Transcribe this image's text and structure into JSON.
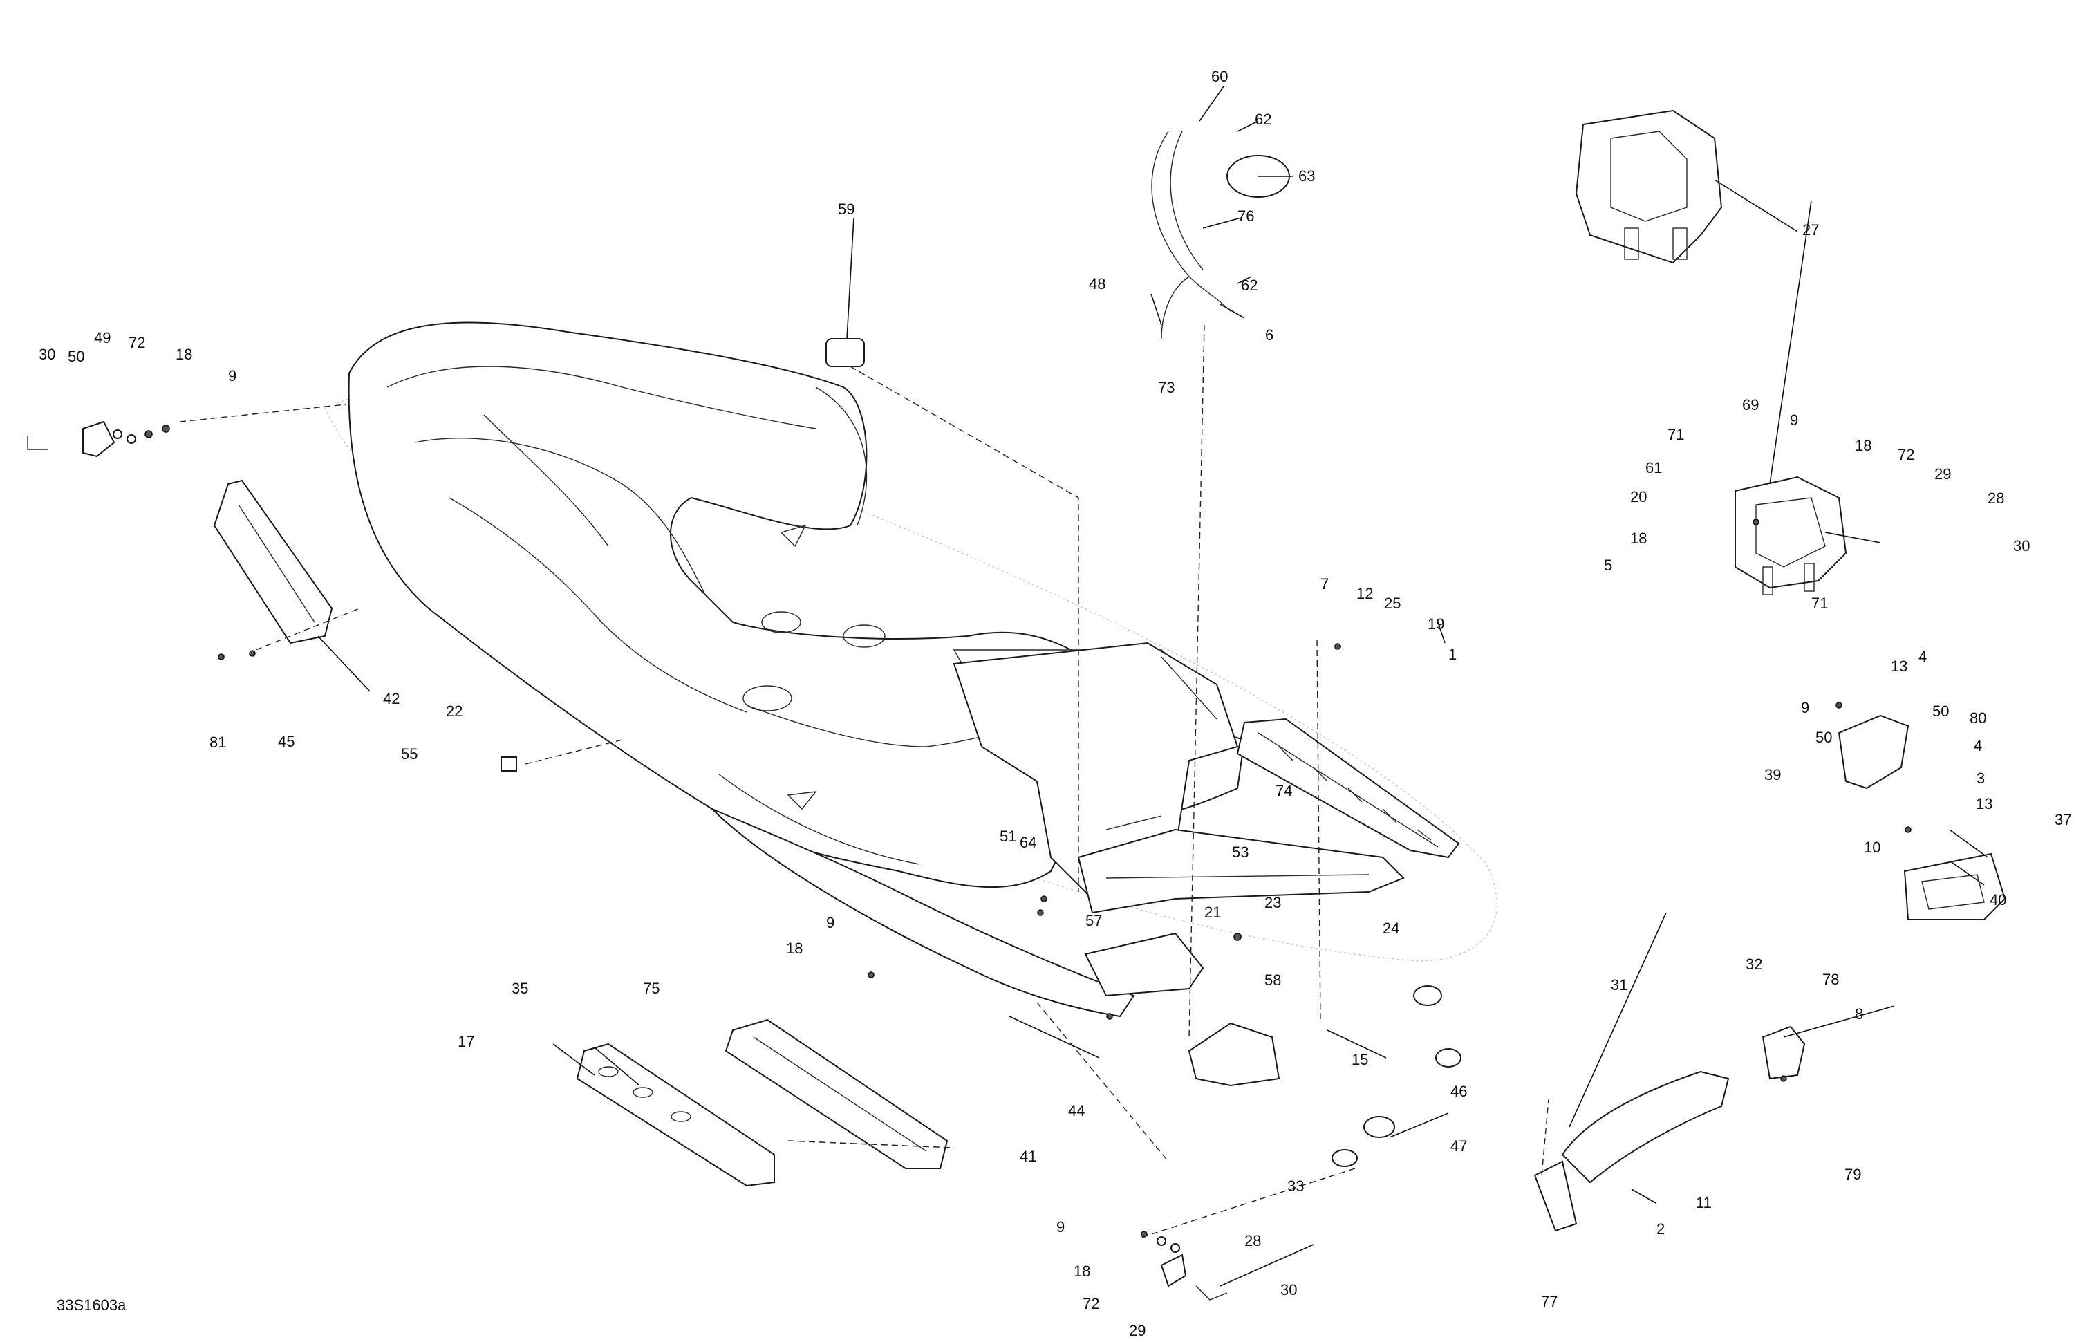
{
  "diagram_code": "33S1603a",
  "callouts": [
    "60",
    "62",
    "63",
    "76",
    "62",
    "6",
    "48",
    "73",
    "59",
    "27",
    "30",
    "50",
    "49",
    "72",
    "18",
    "9",
    "69",
    "9",
    "71",
    "61",
    "20",
    "18",
    "72",
    "29",
    "28",
    "30",
    "18",
    "5",
    "71",
    "7",
    "12",
    "25",
    "19",
    "1",
    "13",
    "4",
    "9",
    "50",
    "50",
    "80",
    "4",
    "39",
    "3",
    "13",
    "10",
    "37",
    "40",
    "42",
    "81",
    "45",
    "22",
    "55",
    "64",
    "51",
    "74",
    "53",
    "57",
    "21",
    "23",
    "24",
    "58",
    "15",
    "9",
    "18",
    "75",
    "35",
    "17",
    "44",
    "41",
    "46",
    "47",
    "33",
    "31",
    "32",
    "78",
    "8",
    "79",
    "11",
    "2",
    "77",
    "9",
    "18",
    "72",
    "29",
    "28",
    "30"
  ]
}
